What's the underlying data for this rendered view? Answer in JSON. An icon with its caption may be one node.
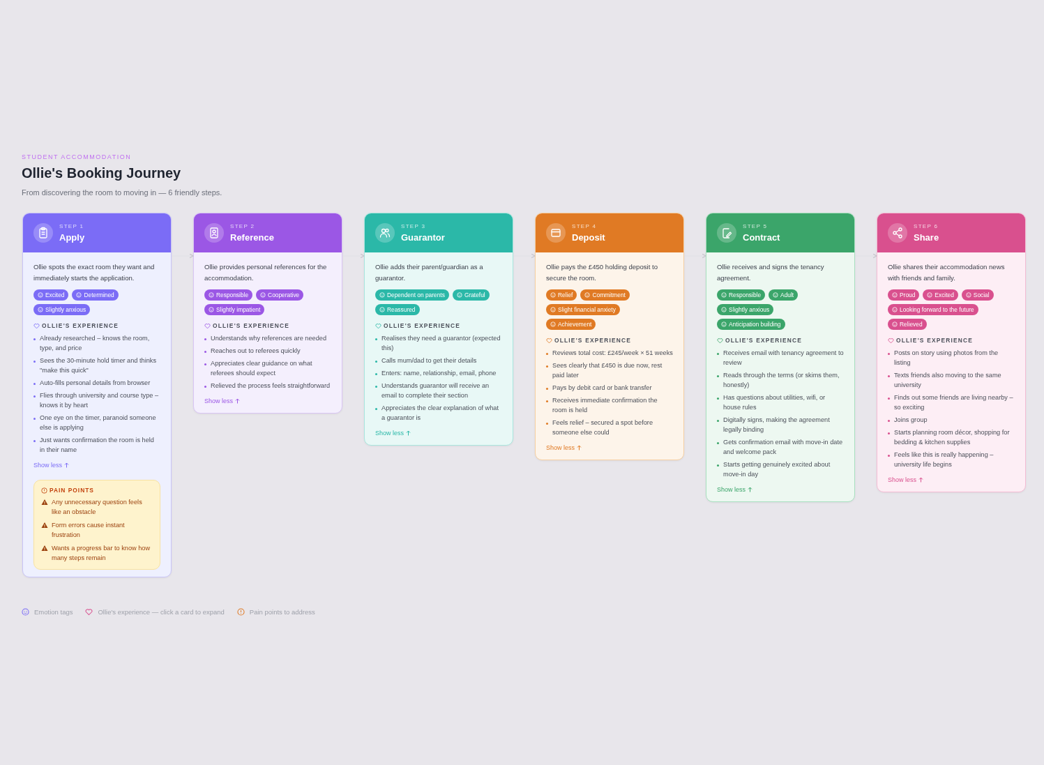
{
  "diagram": {
    "title": "Ollie's Booking Journey",
    "nodes": [
      {
        "text": [
          "STEP 1",
          "Apply",
          "Ollie spots the exact room they want and immediately starts the application.",
          "OLLIE'S EXPERIENCE",
          "Already researched – knows the room, type, and price",
          "Sees the 30-minute hold timer and thinks \"make this quick\"",
          "Auto-fills personal details from browser",
          "Flies through university and course type – knows it by heart",
          "One eye on the timer, paranoid someone else is applying",
          "Just wants confirmation the room is held in their name",
          "Show less"
        ]
      },
      {
        "text": [
          "Excited"
        ],
        "in": 0
      },
      {
        "text": [
          "Determined"
        ],
        "in": 0
      },
      {
        "text": [
          "Slightly anxious"
        ],
        "in": 0
      },
      {
        "text": [
          "PAIN POINTS",
          "Any unnecessary question feels like an obstacle",
          "Form errors cause instant frustration",
          "Wants a progress bar to know how many steps remain"
        ],
        "in": 0
      },
      {
        "text": [
          "STEP 2",
          "Reference",
          "Ollie provides personal references for the accommodation.",
          "OLLIE'S EXPERIENCE",
          "Understands why references are needed",
          "Reaches out to referees quickly",
          "Appreciates clear guidance on what referees should expect",
          "Relieved the process feels straightforward",
          "Show less"
        ]
      },
      {
        "text": [
          "Responsible"
        ],
        "in": 5
      },
      {
        "text": [
          "Cooperative"
        ],
        "in": 5
      },
      {
        "text": [
          "Slightly impatient"
        ],
        "in": 5
      },
      {
        "text": [
          "STEP 3",
          "Guarantor",
          "Ollie adds their parent/guardian as a guarantor.",
          "OLLIE'S EXPERIENCE",
          "Realises they need a guarantor (expected this)",
          "Calls mum/dad to get their details",
          "Enters: name, relationship, email, phone",
          "Understands guarantor will receive an email to complete their section",
          "Appreciates the clear explanation of what a guarantor is",
          "Show less"
        ]
      },
      {
        "text": [
          "Dependent on parents"
        ],
        "in": 9
      },
      {
        "text": [
          "Grateful"
        ],
        "in": 9
      },
      {
        "text": [
          "Reassured"
        ],
        "in": 9
      },
      {
        "text": [
          "STEP 4",
          "Deposit",
          "Ollie pays the £450 holding deposit to secure the room.",
          "OLLIE'S EXPERIENCE",
          "Reviews total cost: £245/week × 51 weeks",
          "Sees clearly that £450 is due now, rest paid later",
          "Pays by debit card or bank transfer",
          "Receives immediate confirmation the room is held",
          "Feels relief – secured a spot before someone else could",
          "Show less"
        ]
      },
      {
        "text": [
          "Relief"
        ],
        "in": 13
      },
      {
        "text": [
          "Commitment"
        ],
        "in": 13
      },
      {
        "text": [
          "Slight financial anxiety"
        ],
        "in": 13
      },
      {
        "text": [
          "Achievement"
        ],
        "in": 13
      },
      {
        "text": [
          "STEP 5",
          "Contract",
          "Ollie receives and signs the tenancy agreement.",
          "OLLIE'S EXPERIENCE",
          "Receives email with tenancy agreement to review",
          "Reads through the terms (or skims them, honestly)",
          "Has questions about utilities, wifi, or house rules",
          "Digitally signs, making the agreement legally binding",
          "Gets confirmation email with move-in date and welcome pack",
          "Starts getting genuinely excited about move-in day",
          "Show less"
        ]
      },
      {
        "text": [
          "Responsible"
        ],
        "in": 18
      },
      {
        "text": [
          "Adult"
        ],
        "in": 18
      },
      {
        "text": [
          "Slightly anxious"
        ],
        "in": 18
      },
      {
        "text": [
          "Anticipation building"
        ],
        "in": 18
      },
      {
        "text": [
          "STEP 6",
          "Share",
          "Ollie shares their accommodation news with friends and family.",
          "OLLIE'S EXPERIENCE",
          "Posts on story using photos from the listing",
          "Texts friends also moving to the same university",
          "Finds out some friends are living nearby – so exciting",
          "Joins group",
          "Starts planning room décor, shopping for bedding & kitchen supplies",
          "Feels like this is really happening – university life begins",
          "Show less"
        ]
      },
      {
        "text": [
          "Proud"
        ],
        "in": 23
      },
      {
        "text": [
          "Excited"
        ],
        "in": 23
      },
      {
        "text": [
          "Social"
        ],
        "in": 23
      },
      {
        "text": [
          "Looking forward to the future"
        ],
        "in": 23
      },
      {
        "text": [
          "Relieved"
        ],
        "in": 23
      }
    ],
    "edges": [
      {
        "from": 0,
        "to": 5,
        "arrow": "to"
      },
      {
        "from": 5,
        "to": 9,
        "arrow": "to"
      },
      {
        "from": 9,
        "to": 13,
        "arrow": "to"
      },
      {
        "from": 13,
        "to": 18,
        "arrow": "to"
      },
      {
        "from": 18,
        "to": 23,
        "arrow": "to"
      }
    ],
    "labels": [
      "STUDENT ACCOMMODATION",
      "From discovering the room to moving in — 6 friendly steps."
    ],
    "legend": [
      {
        "text": "Emotion tags"
      },
      {
        "text": "Ollie's experience — click a card to expand"
      },
      {
        "text": "Pain points to address"
      }
    ]
  }
}
